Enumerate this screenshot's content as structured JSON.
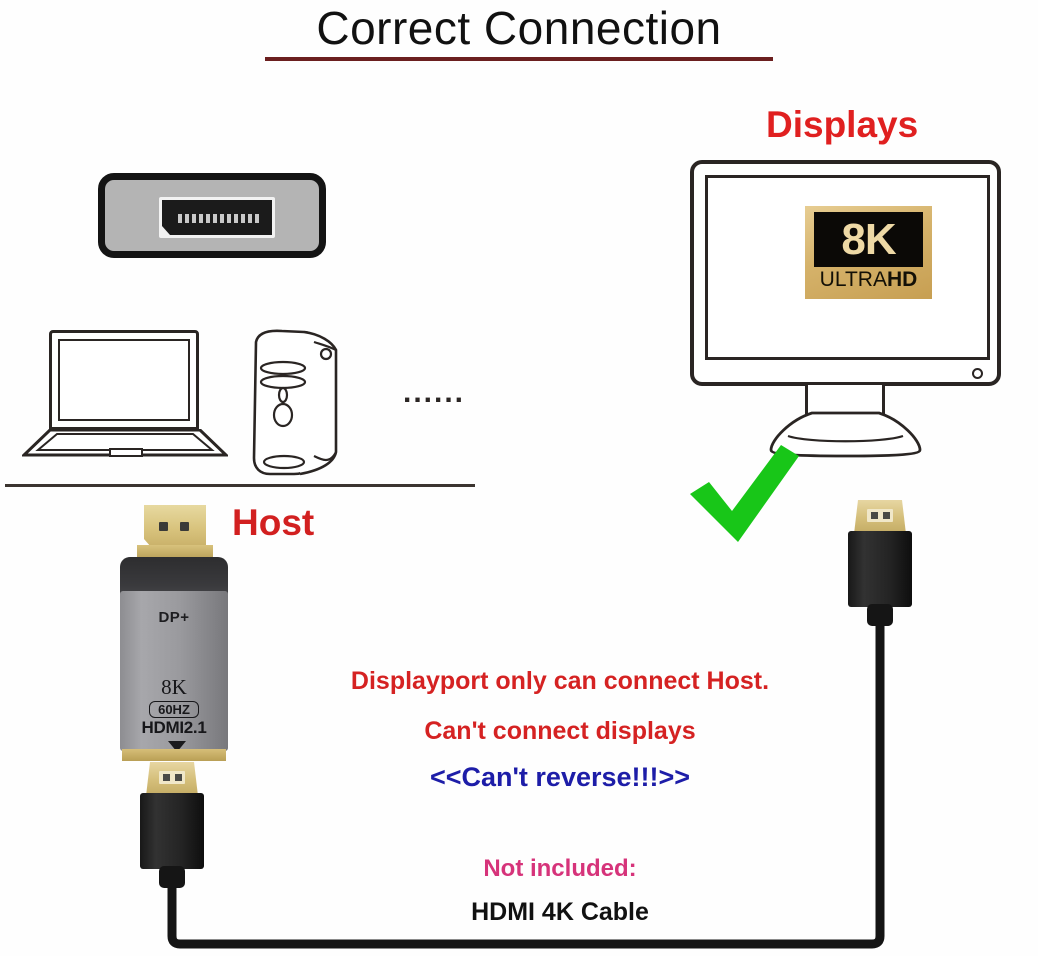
{
  "page": {
    "title": "Correct Connection",
    "background": "#ffffff"
  },
  "colors": {
    "title_text": "#111111",
    "title_rule": "#6b1f1f",
    "red": "#d52222",
    "blue": "#1d1da8",
    "pink": "#d6337a",
    "green_check": "#18c618",
    "gold": "#d5b26a",
    "line_art": "#2a2523"
  },
  "labels": {
    "displays": "Displays",
    "host": "Host"
  },
  "notes": {
    "line1": "Displayport only can connect Host.",
    "line2": "Can't connect displays",
    "line3": "<<Can't reverse!!!>>",
    "not_included": "Not included:",
    "cable_name": "HDMI 4K Cable"
  },
  "monitor": {
    "badge": {
      "resolution": "8K",
      "ultra": "ULTRA",
      "hd": "HD"
    }
  },
  "adapter": {
    "top_marking": "DP+",
    "resolution": "8K",
    "refresh": "60HZ",
    "standard": "HDMI2.1",
    "direction_indicator": "▼"
  },
  "devices": {
    "dots": "......",
    "laptop": "laptop",
    "tower": "pc-tower"
  },
  "icons": {
    "check": "green-check-icon",
    "dp_socket": "displayport-socket-icon"
  }
}
